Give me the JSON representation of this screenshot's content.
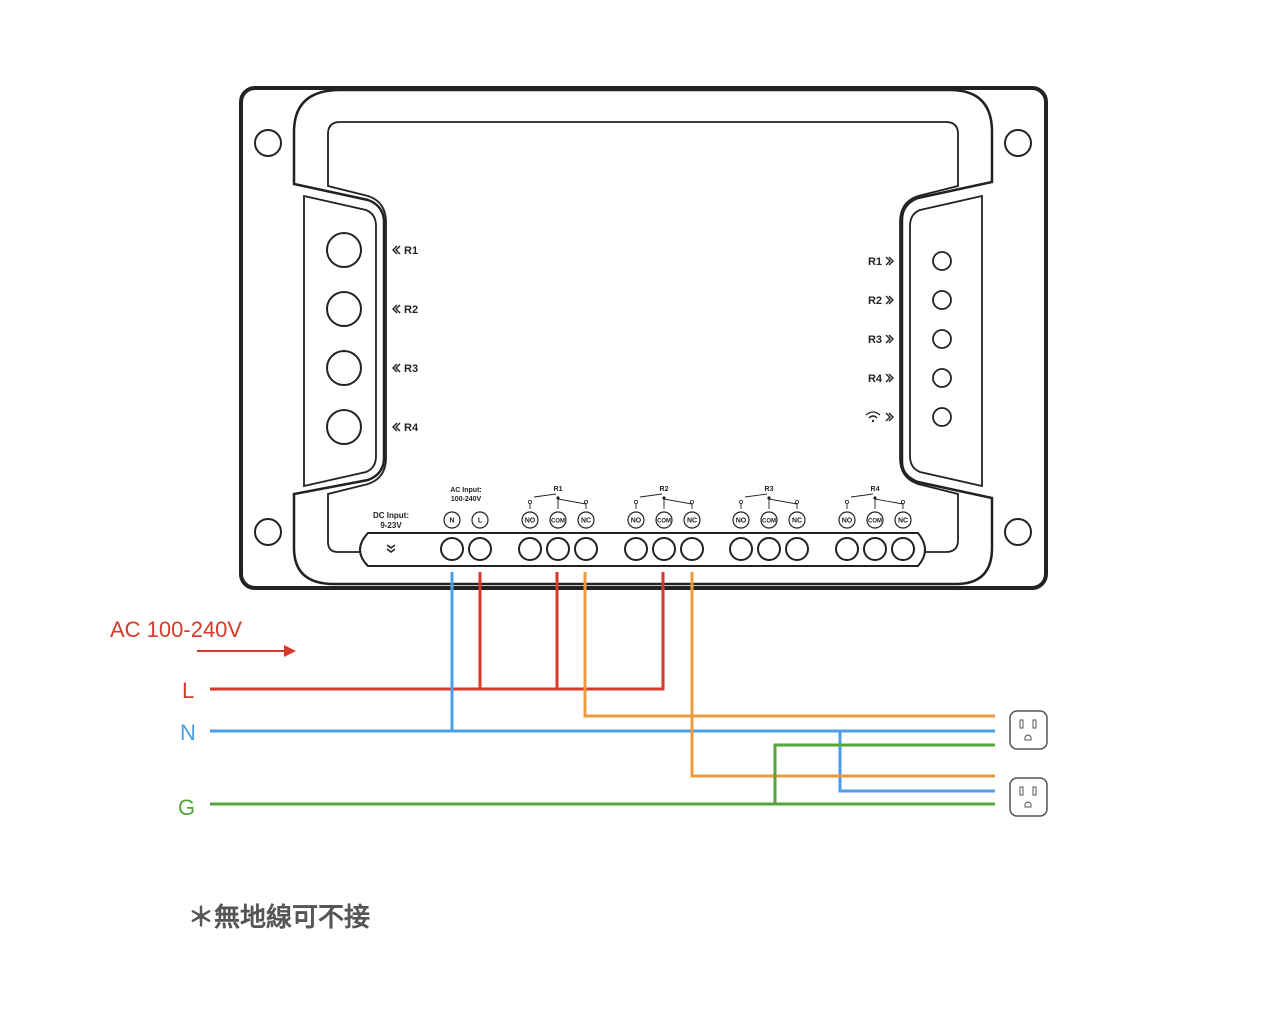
{
  "device": {
    "left_buttons": [
      "R1",
      "R2",
      "R3",
      "R4"
    ],
    "right_indicators": [
      "R1",
      "R2",
      "R3",
      "R4"
    ],
    "dc_input": {
      "line1": "DC Input:",
      "line2": "9-23V"
    },
    "ac_input": {
      "line1": "AC Input:",
      "line2": "100-240V"
    },
    "ac_terminals": [
      "N",
      "L"
    ],
    "relays": [
      {
        "name": "R1",
        "terminals": [
          "NO",
          "COM",
          "NC"
        ]
      },
      {
        "name": "R2",
        "terminals": [
          "NO",
          "COM",
          "NC"
        ]
      },
      {
        "name": "R3",
        "terminals": [
          "NO",
          "COM",
          "NC"
        ]
      },
      {
        "name": "R4",
        "terminals": [
          "NO",
          "COM",
          "NC"
        ]
      }
    ]
  },
  "supply": {
    "title": "AC 100-240V",
    "lines": {
      "L": "L",
      "N": "N",
      "G": "G"
    }
  },
  "colors": {
    "live": "#d63a2a",
    "neutral": "#4a9eea",
    "ground": "#52a536",
    "switched": "#eb9b3e",
    "outline": "#222222"
  },
  "footnote": "＊無地線可不接"
}
